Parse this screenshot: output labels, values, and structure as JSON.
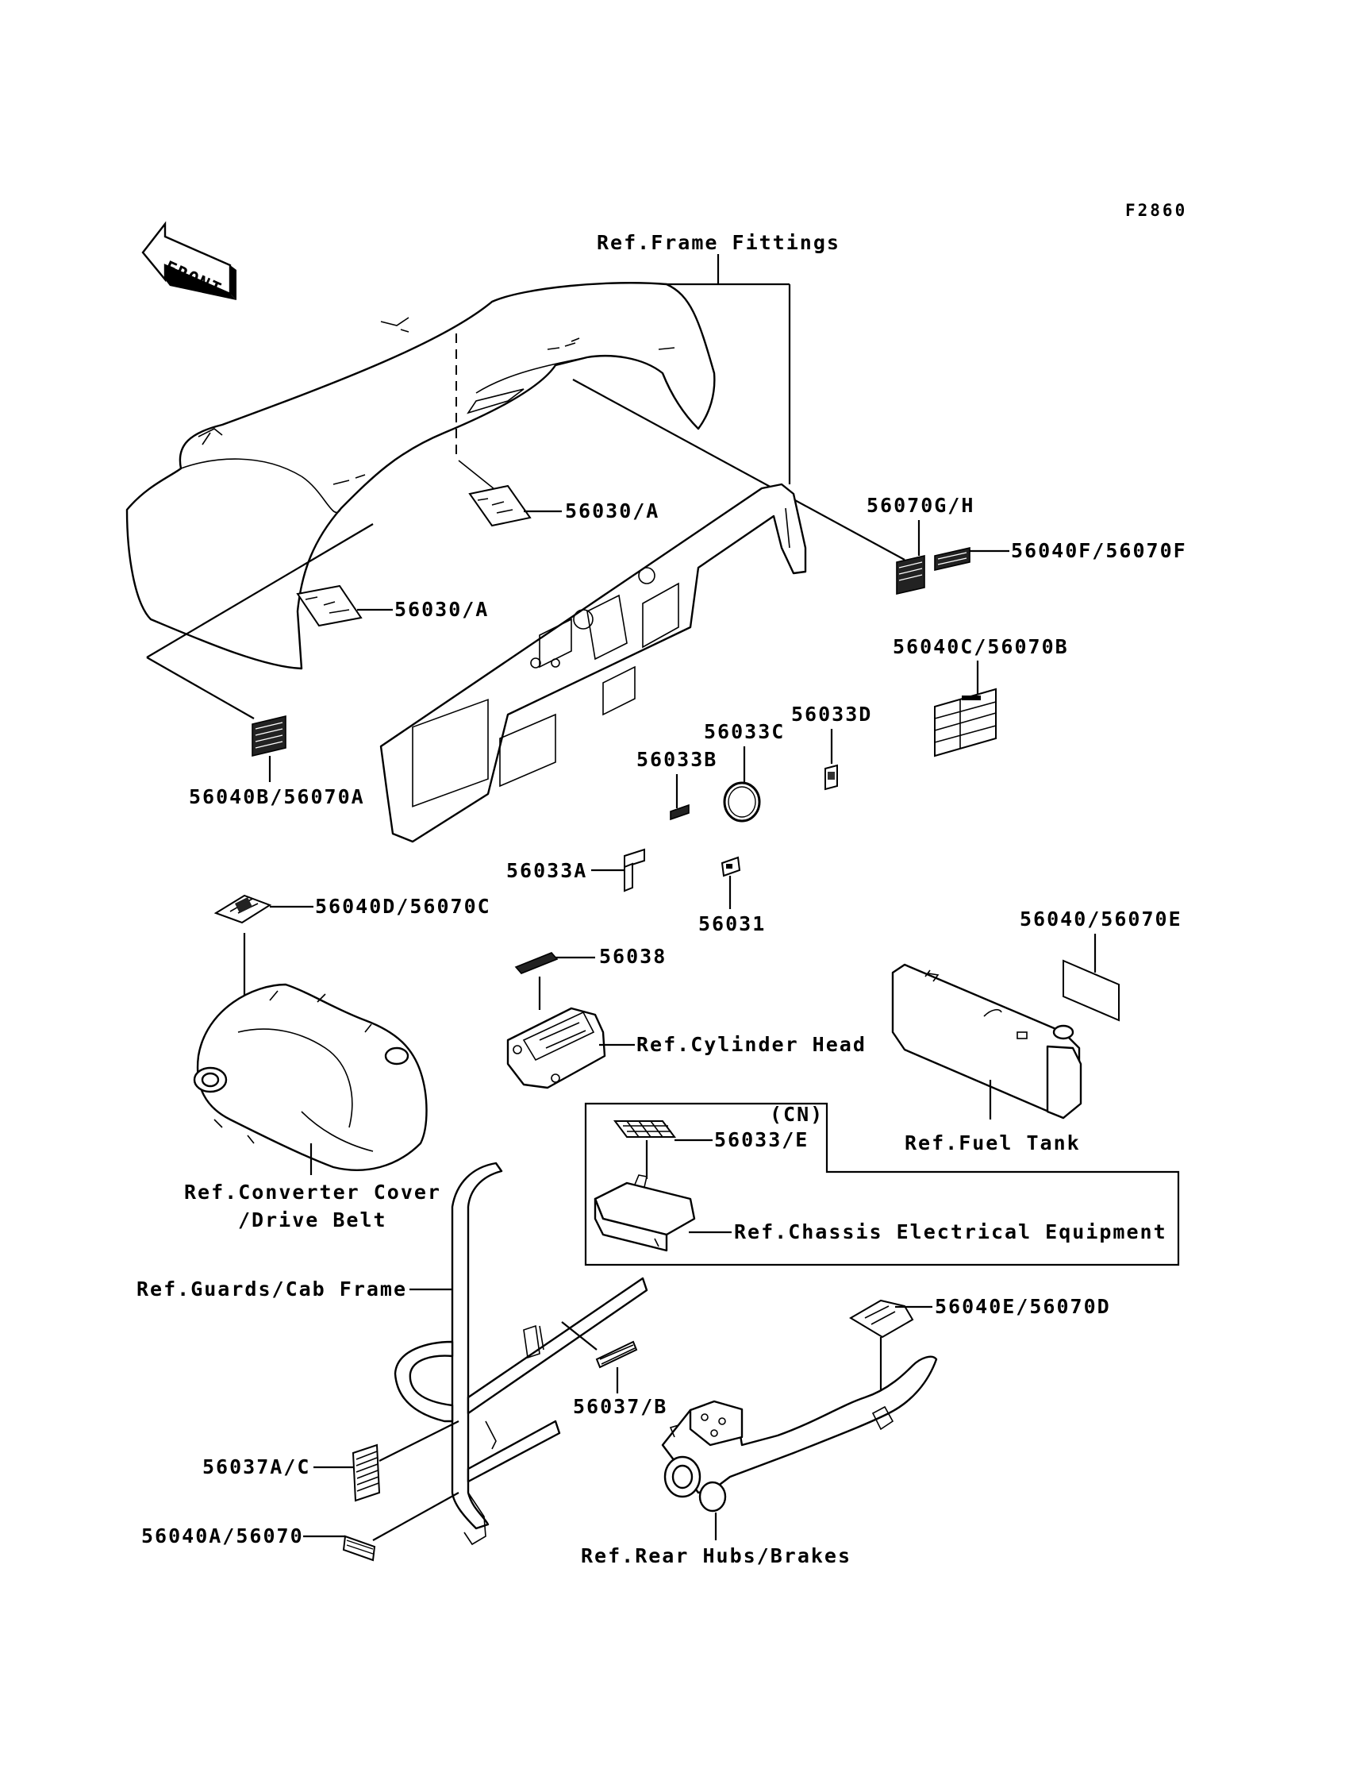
{
  "figure_id": "F2860",
  "front_label": "FRONT",
  "cn_label": "(CN)",
  "part_numbers": {
    "p56030A_top": "56030/A",
    "p56030A_mid": "56030/A",
    "p56070GH": "56070G/H",
    "p56040F": "56040F/56070F",
    "p56040C": "56040C/56070B",
    "p56040B": "56040B/56070A",
    "p56033D": "56033D",
    "p56033C": "56033C",
    "p56033B": "56033B",
    "p56033A": "56033A",
    "p56031": "56031",
    "p56040D": "56040D/56070C",
    "p56038": "56038",
    "p56040_E": "56040/56070E",
    "p56033E": "56033/E",
    "p56040E_D": "56040E/56070D",
    "p56037B": "56037/B",
    "p56037AC": "56037A/C",
    "p56040A": "56040A/56070"
  },
  "references": {
    "frame_fittings": "Ref.Frame Fittings",
    "cylinder_head": "Ref.Cylinder Head",
    "fuel_tank": "Ref.Fuel Tank",
    "converter_cover_1": "Ref.Converter Cover",
    "converter_cover_2": "/Drive Belt",
    "chassis_electrical": "Ref.Chassis Electrical Equipment",
    "guards_cab": "Ref.Guards/Cab Frame",
    "rear_hubs": "Ref.Rear Hubs/Brakes"
  }
}
